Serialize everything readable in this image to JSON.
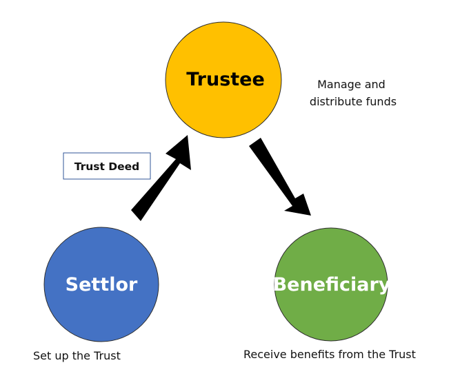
{
  "nodes": {
    "trustee": {
      "label": "Trustee",
      "fill": "#FFC000",
      "text_color": "#000000"
    },
    "settlor": {
      "label": "Settlor",
      "fill": "#4472C4",
      "text_color": "#FFFFFF"
    },
    "beneficiary": {
      "label": "Beneficiary",
      "fill": "#70AD47",
      "text_color": "#FFFFFF"
    }
  },
  "captions": {
    "trustee_role": [
      "Manage and",
      "distribute funds"
    ],
    "settlor_role": "Set up the Trust",
    "beneficiary_role": "Receive benefits from the Trust"
  },
  "edges": {
    "settlor_to_trustee": {
      "label": "Trust Deed",
      "label_border": "#2F5597"
    },
    "trustee_to_beneficiary": {
      "label": ""
    }
  },
  "arrow_color": "#000000"
}
